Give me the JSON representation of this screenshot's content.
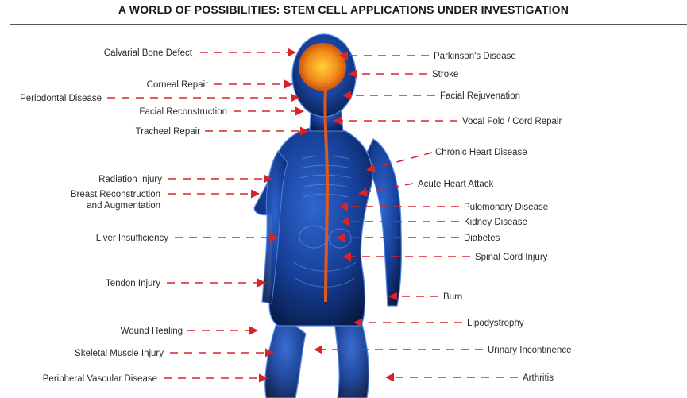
{
  "title": "A WORLD OF POSSIBILITIES: STEM CELL APPLICATIONS UNDER INVESTIGATION",
  "colors": {
    "arrow": "#d8232a",
    "body": "#1e4fb0",
    "body_dark": "#081a4a",
    "brain": "#f07a14",
    "spine": "#e0581a"
  },
  "left_labels": [
    "Calvarial Bone Defect",
    "Corneal Repair",
    "Periodontal Disease",
    "Facial Reconstruction",
    "Tracheal Repair",
    "Radiation Injury",
    "Breast Reconstruction",
    "and Augmentation",
    "Liver Insufficiency",
    "Tendon Injury",
    "Wound Healing",
    "Skeletal Muscle Injury",
    "Peripheral Vascular Disease"
  ],
  "right_labels": [
    "Parkinson's Disease",
    "Stroke",
    "Facial Rejuvenation",
    "Vocal Fold / Cord Repair",
    "Chronic Heart Disease",
    "Acute Heart Attack",
    "Pulomonary Disease",
    "Kidney Disease",
    "Diabetes",
    "Spinal Cord Injury",
    "Burn",
    "Lipodystrophy",
    "Urinary Incontinence",
    "Arthritis"
  ]
}
